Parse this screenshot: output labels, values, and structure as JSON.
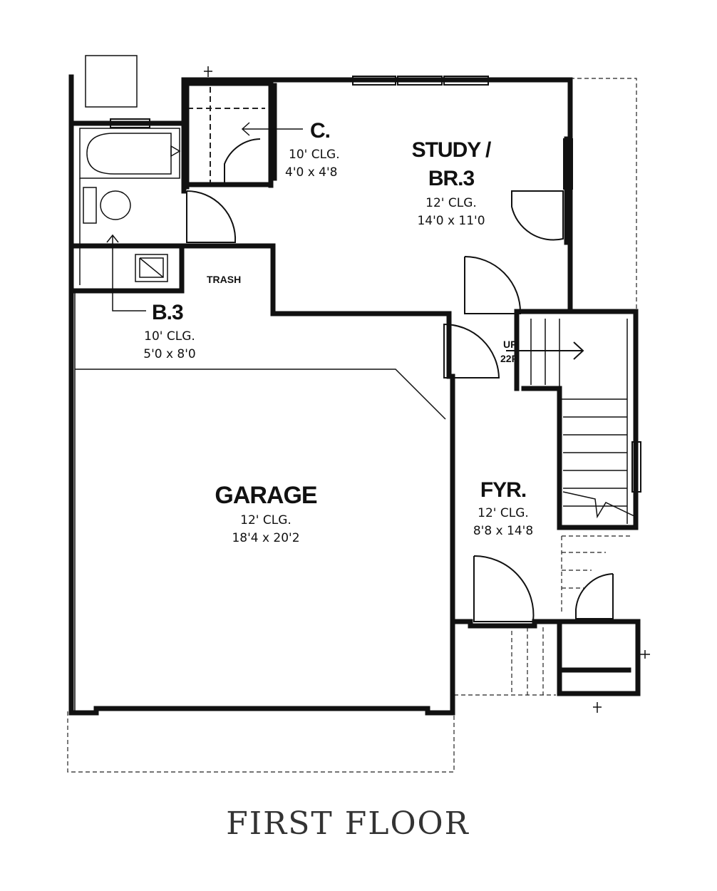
{
  "title": "FIRST FLOOR",
  "rooms": {
    "closet": {
      "name": "C.",
      "ceiling": "10' CLG.",
      "size": "4'0 x 4'8"
    },
    "study": {
      "name_line1": "STUDY /",
      "name_line2": "BR.3",
      "ceiling": "12' CLG.",
      "size": "14'0 x 11'0"
    },
    "bath": {
      "name": "B.3",
      "ceiling": "10' CLG.",
      "size": "5'0 x 8'0"
    },
    "garage": {
      "name": "GARAGE",
      "ceiling": "12' CLG.",
      "size": "18'4 x 20'2"
    },
    "foyer": {
      "name": "FYR.",
      "ceiling": "12' CLG.",
      "size": "8'8 x 14'8"
    }
  },
  "labels": {
    "trash": "TRASH",
    "stair_up": "UP",
    "stair_risers": "22R"
  }
}
